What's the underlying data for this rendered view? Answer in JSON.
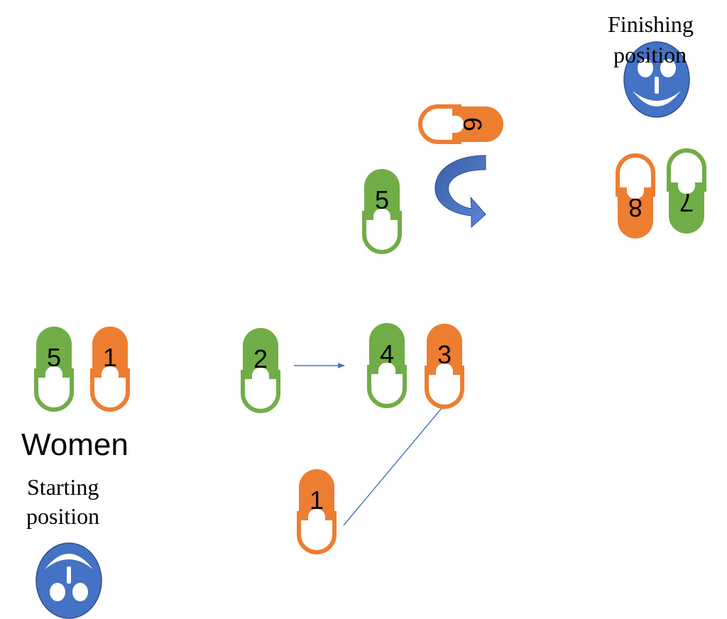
{
  "labels": {
    "finishing_line1": "Finishing",
    "finishing_line2": "position",
    "women": "Women",
    "starting_line1": "Starting",
    "starting_line2": "position"
  },
  "colors": {
    "green": "#70AD47",
    "orange": "#ED7D31",
    "blue": "#4472C4",
    "arrow": "#4472C4"
  },
  "footprints": [
    {
      "id": "start-left",
      "label": "5",
      "color": "green",
      "foot": "left",
      "rotation": 0
    },
    {
      "id": "start-right",
      "label": "1",
      "color": "orange",
      "foot": "right",
      "rotation": 0
    },
    {
      "id": "step-2",
      "label": "2",
      "color": "green",
      "foot": "left",
      "rotation": 0
    },
    {
      "id": "step-4",
      "label": "4",
      "color": "green",
      "foot": "left",
      "rotation": 0
    },
    {
      "id": "step-3",
      "label": "3",
      "color": "orange",
      "foot": "right",
      "rotation": 0
    },
    {
      "id": "step-1",
      "label": "1",
      "color": "orange",
      "foot": "right",
      "rotation": 0
    },
    {
      "id": "step-5",
      "label": "5",
      "color": "green",
      "foot": "left",
      "rotation": 0
    },
    {
      "id": "step-6",
      "label": "6",
      "color": "orange",
      "foot": "right",
      "rotation": 90
    },
    {
      "id": "step-8",
      "label": "8",
      "color": "orange",
      "foot": "right",
      "rotation": 180
    },
    {
      "id": "step-7",
      "label": "7",
      "color": "green",
      "foot": "left",
      "rotation": 180
    }
  ],
  "faces": [
    {
      "id": "finishing-face",
      "orientation": "up"
    },
    {
      "id": "starting-face",
      "orientation": "down"
    }
  ],
  "icons": {
    "turn_arrow": "curved-turn-arrow-icon",
    "step_arrow": "straight-arrow-icon"
  }
}
